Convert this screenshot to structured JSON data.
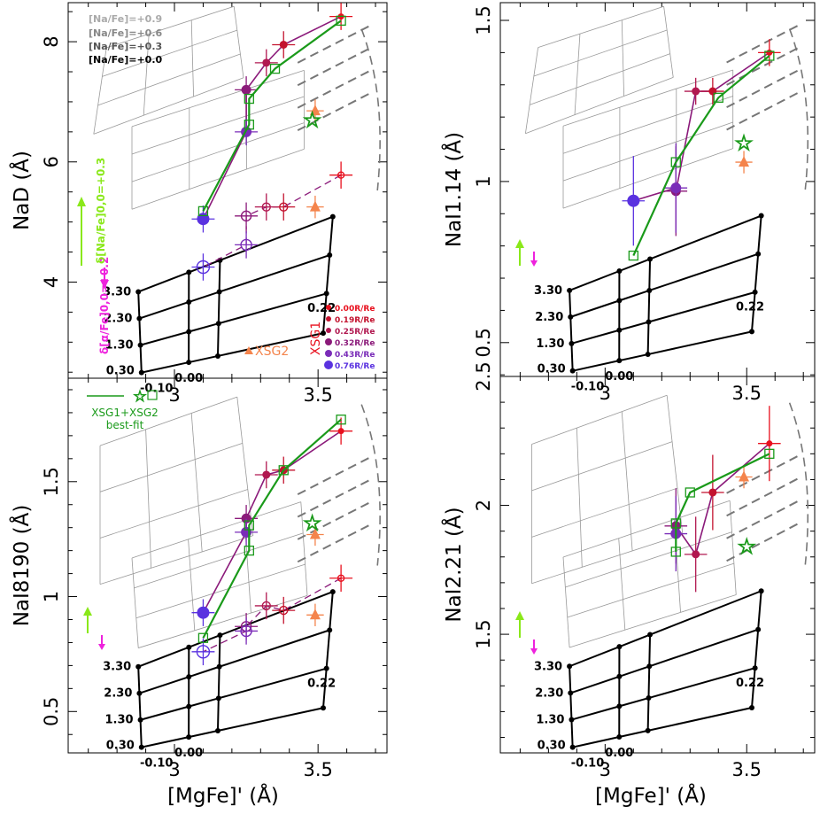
{
  "figure": {
    "x_axis_label": "[MgFe]' (Å)",
    "colors": {
      "r000": "#e8101e",
      "r019": "#c3122e",
      "r025": "#b11850",
      "r032": "#8b1a7a",
      "r043": "#7a2cb8",
      "r076": "#5a32e0",
      "fit": "#1a9a1a",
      "xsg2": "#f4844c",
      "alpha_arrow": "#ee22dd",
      "na_arrow": "#8ae81a",
      "grid_model": "#999999",
      "grid_base": "#000000",
      "dashed": "#777777"
    }
  },
  "legends": {
    "na_fe": [
      "[Na/Fe]=+0.9",
      "[Na/Fe]=+0.6",
      "[Na/Fe]=+0.3",
      "[Na/Fe]=+0.0"
    ],
    "na_fe_colors": [
      "#aaaaaa",
      "#888888",
      "#555555",
      "#000000"
    ],
    "xsg1_title": "XSG1",
    "xsg1_entries": [
      "0.00R/Re",
      "0.19R/Re",
      "0.25R/Re",
      "0.32R/Re",
      "0.43R/Re",
      "0.76R/Re"
    ],
    "xsg2_label": "XSG2",
    "alpha_arrow_label": "δ[α/Fe]0,0=+0.2",
    "na_arrow_label": "δ[Na/Fe]0,0=+0.3",
    "fit_label_1": "XSG1+XSG2",
    "fit_label_2": "best-fit"
  },
  "chart_data": [
    {
      "type": "scatter",
      "panel": "top-left",
      "ylabel": "NaD (Å)",
      "xlim": [
        2.63,
        3.74
      ],
      "ylim": [
        2.4,
        8.65
      ],
      "xticks": [
        3,
        3.5
      ],
      "yticks": [
        4,
        6,
        8
      ],
      "age_labels": [
        "3.30",
        "2.30",
        "1.30",
        "0.30",
        "-0.10",
        "0.00",
        "0.22"
      ],
      "series": [
        {
          "name": "XSG1",
          "points": [
            {
              "x": 3.58,
              "y": 8.42,
              "r": "0.00R/Re"
            },
            {
              "x": 3.38,
              "y": 7.95,
              "r": "0.19R/Re"
            },
            {
              "x": 3.32,
              "y": 7.65,
              "r": "0.25R/Re"
            },
            {
              "x": 3.25,
              "y": 7.2,
              "r": "0.32R/Re"
            },
            {
              "x": 3.25,
              "y": 6.5,
              "r": "0.43R/Re"
            },
            {
              "x": 3.1,
              "y": 5.05,
              "r": "0.76R/Re"
            }
          ]
        },
        {
          "name": "XSG1 open",
          "points": [
            {
              "x": 3.58,
              "y": 5.78
            },
            {
              "x": 3.38,
              "y": 5.25
            },
            {
              "x": 3.32,
              "y": 5.25
            },
            {
              "x": 3.25,
              "y": 5.1
            },
            {
              "x": 3.25,
              "y": 4.62
            },
            {
              "x": 3.1,
              "y": 4.25
            }
          ]
        },
        {
          "name": "XSG2",
          "points": [
            {
              "x": 3.49,
              "y": 6.85
            },
            {
              "x": 3.49,
              "y": 5.25
            }
          ]
        },
        {
          "name": "best-fit",
          "points": [
            {
              "x": 3.58,
              "y": 8.35
            },
            {
              "x": 3.35,
              "y": 7.55
            },
            {
              "x": 3.26,
              "y": 7.05
            },
            {
              "x": 3.26,
              "y": 6.62
            },
            {
              "x": 3.1,
              "y": 5.18
            }
          ],
          "star": {
            "x": 3.48,
            "y": 6.7
          }
        }
      ]
    },
    {
      "type": "scatter",
      "panel": "top-right",
      "ylabel": "NaI1.14 (Å)",
      "xlim": [
        2.63,
        3.74
      ],
      "ylim": [
        0.395,
        1.555
      ],
      "xticks": [
        3,
        3.5
      ],
      "yticks": [
        0.5,
        1,
        1.5
      ],
      "age_labels": [
        "3.30",
        "2.30",
        "1.30",
        "0.30",
        "-0.10",
        "0.00",
        "0.22"
      ],
      "series": [
        {
          "name": "XSG1",
          "points": [
            {
              "x": 3.58,
              "y": 1.4,
              "r": "0.00R/Re"
            },
            {
              "x": 3.38,
              "y": 1.28,
              "r": "0.19R/Re"
            },
            {
              "x": 3.32,
              "y": 1.28,
              "r": "0.25R/Re"
            },
            {
              "x": 3.25,
              "y": 0.97,
              "r": "0.32R/Re"
            },
            {
              "x": 3.25,
              "y": 0.98,
              "r": "0.43R/Re"
            },
            {
              "x": 3.1,
              "y": 0.94,
              "r": "0.76R/Re"
            }
          ]
        },
        {
          "name": "XSG2",
          "points": [
            {
              "x": 3.49,
              "y": 1.06
            }
          ]
        },
        {
          "name": "best-fit",
          "points": [
            {
              "x": 3.58,
              "y": 1.39
            },
            {
              "x": 3.4,
              "y": 1.26
            },
            {
              "x": 3.25,
              "y": 1.06
            },
            {
              "x": 3.1,
              "y": 0.77
            }
          ],
          "star": {
            "x": 3.49,
            "y": 1.12
          }
        }
      ]
    },
    {
      "type": "scatter",
      "panel": "bottom-left",
      "ylabel": "NaI8190 (Å)",
      "xlim": [
        2.63,
        3.74
      ],
      "ylim": [
        0.32,
        1.95
      ],
      "xticks": [
        3,
        3.5
      ],
      "yticks": [
        0.5,
        1,
        1.5
      ],
      "age_labels": [
        "3.30",
        "2.30",
        "1.30",
        "0.30",
        "-0.10",
        "0.00",
        "0.22"
      ],
      "series": [
        {
          "name": "XSG1",
          "points": [
            {
              "x": 3.58,
              "y": 1.72,
              "r": "0.00R/Re"
            },
            {
              "x": 3.38,
              "y": 1.55,
              "r": "0.19R/Re"
            },
            {
              "x": 3.32,
              "y": 1.53,
              "r": "0.25R/Re"
            },
            {
              "x": 3.25,
              "y": 1.34,
              "r": "0.32R/Re"
            },
            {
              "x": 3.25,
              "y": 1.28,
              "r": "0.43R/Re"
            },
            {
              "x": 3.1,
              "y": 0.93,
              "r": "0.76R/Re"
            }
          ]
        },
        {
          "name": "XSG1 open",
          "points": [
            {
              "x": 3.58,
              "y": 1.08
            },
            {
              "x": 3.38,
              "y": 0.94
            },
            {
              "x": 3.32,
              "y": 0.96
            },
            {
              "x": 3.25,
              "y": 0.87
            },
            {
              "x": 3.25,
              "y": 0.85
            },
            {
              "x": 3.1,
              "y": 0.76
            }
          ]
        },
        {
          "name": "XSG2",
          "points": [
            {
              "x": 3.49,
              "y": 1.27
            },
            {
              "x": 3.49,
              "y": 0.92
            }
          ]
        },
        {
          "name": "best-fit",
          "points": [
            {
              "x": 3.58,
              "y": 1.77
            },
            {
              "x": 3.38,
              "y": 1.55
            },
            {
              "x": 3.26,
              "y": 1.31
            },
            {
              "x": 3.26,
              "y": 1.2
            },
            {
              "x": 3.1,
              "y": 0.82
            }
          ],
          "star": {
            "x": 3.48,
            "y": 1.32
          }
        }
      ]
    },
    {
      "type": "scatter",
      "panel": "bottom-right",
      "ylabel": "NaI2.21 (Å)",
      "xlim": [
        2.63,
        3.74
      ],
      "ylim": [
        1.04,
        2.5
      ],
      "xticks": [
        3,
        3.5
      ],
      "yticks": [
        1.5,
        2,
        2.5
      ],
      "age_labels": [
        "3.30",
        "2.30",
        "1.30",
        "0.30",
        "-0.10",
        "0.00",
        "0.22"
      ],
      "series": [
        {
          "name": "XSG1",
          "points": [
            {
              "x": 3.58,
              "y": 2.24,
              "r": "0.00R/Re"
            },
            {
              "x": 3.38,
              "y": 2.05,
              "r": "0.19R/Re"
            },
            {
              "x": 3.32,
              "y": 1.81,
              "r": "0.25R/Re"
            },
            {
              "x": 3.25,
              "y": 1.92,
              "r": "0.32R/Re"
            },
            {
              "x": 3.25,
              "y": 1.89,
              "r": "0.43R/Re"
            }
          ]
        },
        {
          "name": "XSG2",
          "points": [
            {
              "x": 3.49,
              "y": 2.11
            }
          ]
        },
        {
          "name": "best-fit",
          "points": [
            {
              "x": 3.58,
              "y": 2.2
            },
            {
              "x": 3.3,
              "y": 2.05
            },
            {
              "x": 3.25,
              "y": 1.93
            },
            {
              "x": 3.25,
              "y": 1.82
            }
          ],
          "star": {
            "x": 3.5,
            "y": 1.84
          }
        }
      ]
    }
  ]
}
